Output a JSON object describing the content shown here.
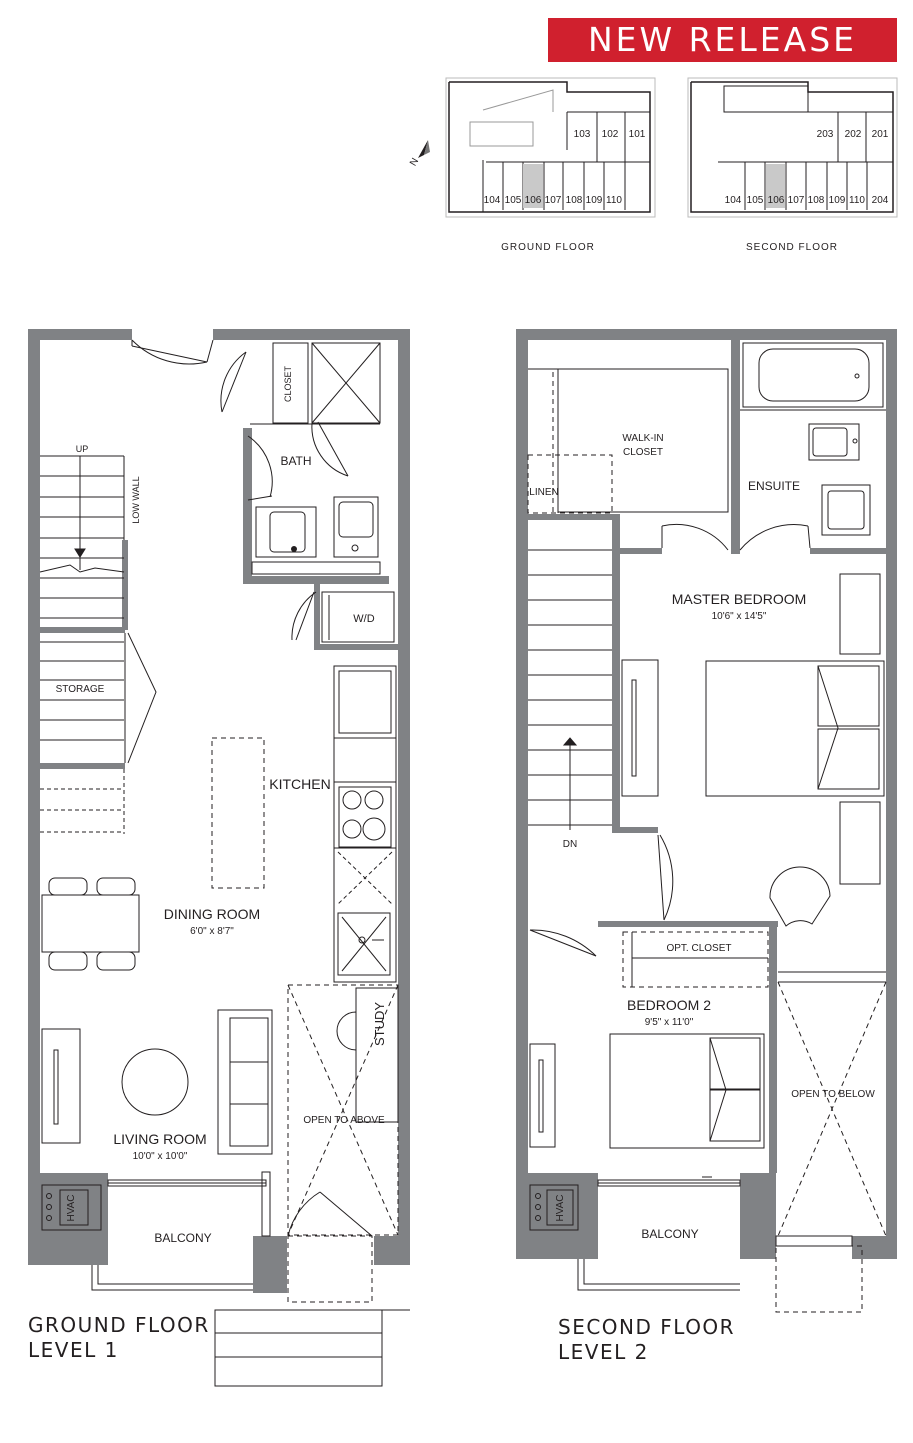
{
  "banner": "NEW RELEASE",
  "keyplan": {
    "north": "N",
    "ground": {
      "caption": "GROUND FLOOR",
      "units_top": [
        "103",
        "102",
        "101"
      ],
      "units_bottom": [
        "104",
        "105",
        "106",
        "107",
        "108",
        "109",
        "110"
      ],
      "highlighted": "106"
    },
    "second": {
      "caption": "SECOND FLOOR",
      "units_top": [
        "203",
        "202",
        "201"
      ],
      "units_bottom": [
        "104",
        "105",
        "106",
        "107",
        "108",
        "109",
        "110",
        "204"
      ],
      "highlighted": "106"
    }
  },
  "ground_floor": {
    "title_line1": "GROUND FLOOR",
    "title_line2": "LEVEL 1",
    "labels": {
      "up": "UP",
      "low_wall": "LOW WALL",
      "closet": "CLOSET",
      "bath": "BATH",
      "wd": "W/D",
      "storage": "STORAGE",
      "kitchen": "KITCHEN",
      "hvac": "HVAC",
      "study": "STUDY",
      "open_to_above": "OPEN TO ABOVE",
      "balcony": "BALCONY"
    },
    "rooms": {
      "dining_name": "DINING ROOM",
      "dining_dims": "6'0\" x 8'7\"",
      "living_name": "LIVING ROOM",
      "living_dims": "10'0\" x 10'0\""
    }
  },
  "second_floor": {
    "title_line1": "SECOND FLOOR",
    "title_line2": "LEVEL 2",
    "labels": {
      "walkin_1": "WALK-IN",
      "walkin_2": "CLOSET",
      "linen": "LINEN",
      "ensuite": "ENSUITE",
      "dn": "DN",
      "opt_closet": "OPT. CLOSET",
      "open_to_below": "OPEN TO BELOW",
      "hvac": "HVAC",
      "balcony": "BALCONY"
    },
    "rooms": {
      "master_name": "MASTER BEDROOM",
      "master_dims": "10'6\" x 14'5\"",
      "bed2_name": "BEDROOM 2",
      "bed2_dims": "9'5\" x 11'0\""
    }
  }
}
